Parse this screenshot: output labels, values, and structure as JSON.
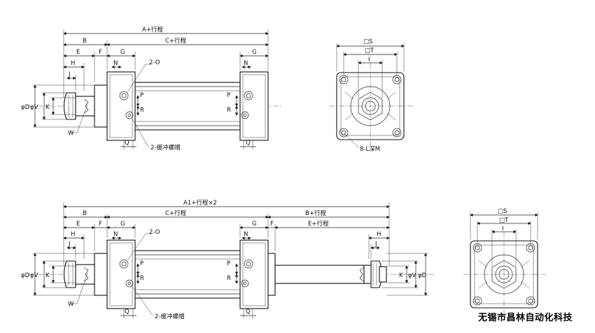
{
  "labels": {
    "a_stroke": "A+行程",
    "a1_stroke": "A1+行程×2",
    "b": "B",
    "b_stroke": "B+行程",
    "c_stroke": "C+行程",
    "e": "E",
    "e_stroke": "E+行程",
    "f": "F",
    "g": "G",
    "h": "H",
    "j": "J",
    "n": "N",
    "k": "K",
    "p": "P",
    "r": "R",
    "q": "Q",
    "w": "W",
    "phi_d": "φD",
    "phi_v": "φV",
    "two_o": "2-O",
    "cushion": "2-缓冲螺帽",
    "s": "□S",
    "t": "□T",
    "i": "I",
    "m_depth": "8-L深M"
  },
  "company": "无锡市昌林自动化科技"
}
